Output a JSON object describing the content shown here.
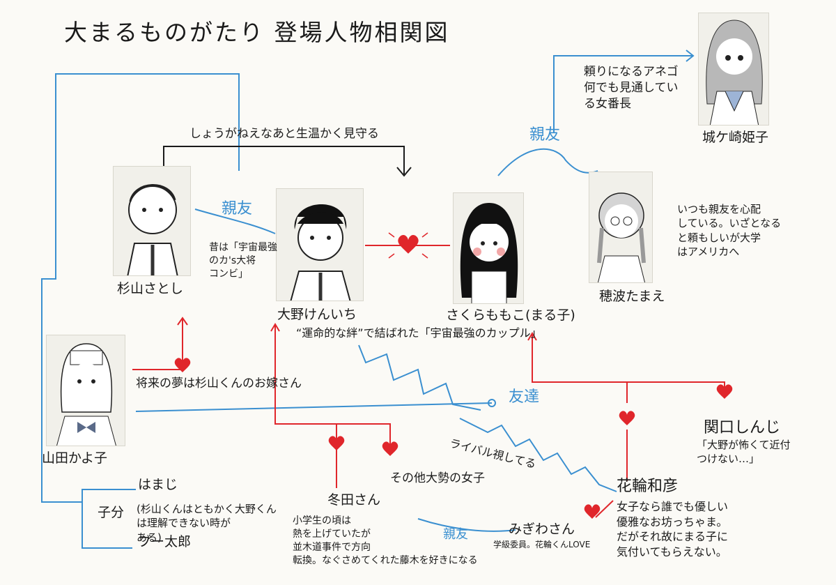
{
  "title": "大まるものがたり 登場人物相関図",
  "characters": {
    "sugiyama": "杉山さとし",
    "ono": "大野けんいち",
    "sakura": "さくらももこ(まる子)",
    "honami": "穂波たまえ",
    "jogasaki": "城ケ崎姫子",
    "yamada": "山田かよ子",
    "sekiguchi": "関口しんじ",
    "hanawa": "花輪和彦",
    "fuyuta": "冬田さん",
    "migiwa": "みぎわさん",
    "hamaji": "はまじ",
    "butataro": "ブー太郎",
    "others": "その他大勢の女子"
  },
  "relations": {
    "watch": "しょうがねえなあと生温かく見守る",
    "shinyu": "親友",
    "tomodachi": "友達",
    "rival": "ライバル視してる",
    "kobun": "子分"
  },
  "notes": {
    "jogasaki": "頼りになるアネゴ\n何でも見通してい\nる女番長",
    "honami": "いつも親友を心配\nしている。いざとなる\nと頼もしいが大学\nはアメリカへ",
    "sugiyama_ono": "昔は「宇宙最強\nのカ's大将\nコンビ」",
    "couple": "“運命的な絆”で結ばれた「宇宙最強のカップル」",
    "yamada": "将来の夢は杉山くんのお嫁さん",
    "sekiguchi": "「大野が怖くて近付\nつけない…」",
    "hanawa": "女子なら誰でも優しい\n優雅なお坊っちゃま。\nだがそれ故にまる子に\n気付いてもらえない。",
    "migiwa": "学級委員。花輪くんLOVE",
    "kobun": "(杉山くんはともかく大野くん\nは理解できない時が\nある)",
    "fuyuta": "小学生の頃は\n熱を上げていたが\n並木道事件で方向\n転換。なぐさめてくれた藤木を好きになる"
  },
  "colors": {
    "blue": "#3a8fd0",
    "red": "#e0262b",
    "ink": "#1a1a1a"
  }
}
